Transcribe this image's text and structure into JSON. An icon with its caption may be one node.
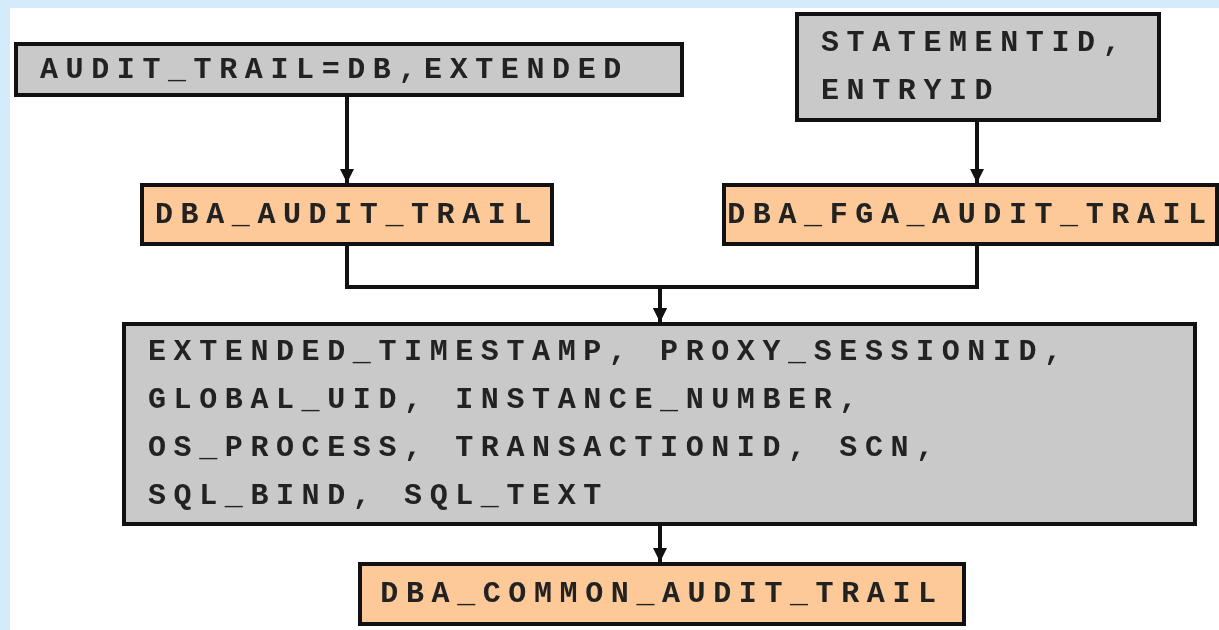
{
  "diagram": {
    "nodes": [
      {
        "text": [
          "AUDIT_TRAIL=DB,EXTENDED"
        ]
      },
      {
        "text": [
          "STATEMENTID, ENTRYID"
        ]
      },
      {
        "text": [
          "DBA_AUDIT_TRAIL"
        ]
      },
      {
        "text": [
          "DBA_FGA_AUDIT_TRAIL"
        ]
      },
      {
        "text": [
          "EXTENDED_TIMESTAMP, PROXY_SESSIONID, GLOBAL_UID, INSTANCE_NUMBER, OS_PROCESS, TRANSACTIONID, SCN, SQL_BIND, SQL_TEXT"
        ]
      },
      {
        "text": [
          "DBA_COMMON_AUDIT_TRAIL"
        ]
      }
    ],
    "edges": [
      {
        "from": 0,
        "to": 2,
        "arrow": "to"
      },
      {
        "from": 1,
        "to": 3,
        "arrow": "to"
      },
      {
        "from": 2,
        "to": 4,
        "arrow": "to"
      },
      {
        "from": 3,
        "to": 4,
        "arrow": "to"
      },
      {
        "from": 4,
        "to": 5,
        "arrow": "to"
      }
    ]
  }
}
